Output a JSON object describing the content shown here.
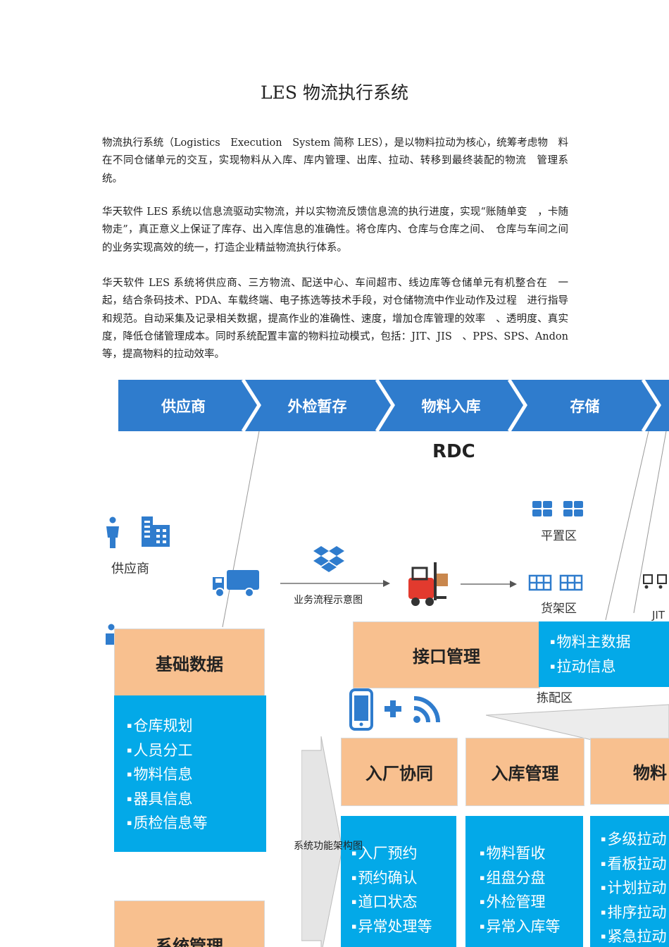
{
  "document": {
    "title": "LES 物流执行系统",
    "paragraphs": [
      "物流执行系统（Logistics　Execution　System 简称 LES），是以物料拉动为核心，统筹考虑物　料在不同仓储单元的交互，实现物料从入库、库内管理、出库、拉动、转移到最终装配的物流　管理系统。",
      "华天软件 LES 系统以信息流驱动实物流，并以实物流反馈信息流的执行进度，实现“账随单变　，卡随物走”，真正意义上保证了库存、出入库信息的准确性。将仓库内、仓库与仓库之间、　仓库与车间之间的业务实现高效的统一，打造企业精益物流执行体系。",
      "华天软件 LES 系统将供应商、三方物流、配送中心、车间超市、线边库等仓储单元有机整合在　一起，结合条码技术、PDA、车载终端、电子拣选等技术手段，对仓储物流中作业动作及过程　进行指导和规范。自动采集及记录相关数据，提高作业的准确性、速度，增加仓库管理的效率　、透明度、真实度，降低仓储管理成本。同时系统配置丰富的物料拉动模式，包括：JIT、JIS　、PPS、SPS、Andon 等，提高物料的拉动效率。"
    ]
  },
  "flow_diagram": {
    "steps": [
      "供应商",
      "外检暂存",
      "物料入库",
      "存储"
    ],
    "rdc_label": "RDC",
    "supplier_label": "供应商",
    "flat_area_label": "平置区",
    "shelf_area_label": "货架区",
    "picking_area_label": "拣配区",
    "jit_label": "JIT",
    "caption": "业务流程示意图",
    "accent_color": "#2f7ccd"
  },
  "architecture_diagram": {
    "caption": "系统功能架构图",
    "base_data": {
      "title": "基础数据",
      "items": [
        "仓库规划",
        "人员分工",
        "物料信息",
        "器具信息",
        "质检信息等"
      ]
    },
    "system_mgmt": {
      "title": "系统管理"
    },
    "interface_mgmt": {
      "title": "接口管理",
      "items": [
        "物料主数据",
        "拉动信息"
      ]
    },
    "modules": [
      {
        "title": "入厂协同",
        "items": [
          "入厂预约",
          "预约确认",
          "道口状态",
          "异常处理等"
        ]
      },
      {
        "title": "入库管理",
        "items": [
          "物料暂收",
          "组盘分盘",
          "外检管理",
          "异常入库等"
        ]
      },
      {
        "title": "物料",
        "items": [
          "多级拉动",
          "看板拉动",
          "计划拉动",
          "排序拉动",
          "紧急拉动"
        ]
      }
    ],
    "orange_color": "#f8c08f",
    "blue_color": "#03a9e8"
  }
}
